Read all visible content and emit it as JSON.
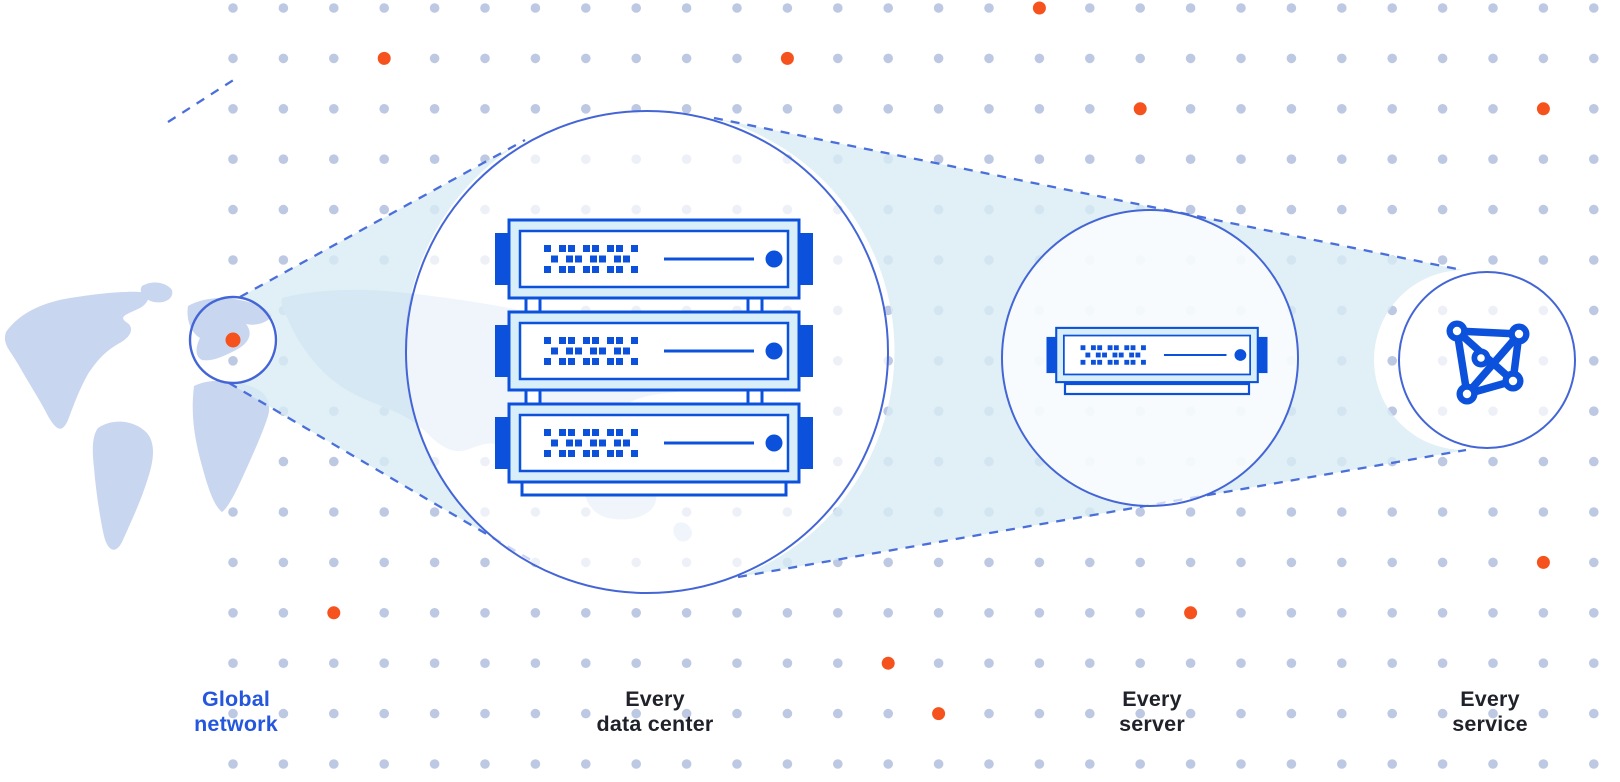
{
  "figure": {
    "type": "network-zoom-diagram",
    "stages": [
      {
        "id": "global-network",
        "label_line1": "Global",
        "label_line2": "network",
        "highlighted": true
      },
      {
        "id": "every-data-center",
        "label_line1": "Every",
        "label_line2": "data center",
        "highlighted": false
      },
      {
        "id": "every-server",
        "label_line1": "Every",
        "label_line2": "server",
        "highlighted": false
      },
      {
        "id": "every-service",
        "label_line1": "Every",
        "label_line2": "service",
        "highlighted": false
      }
    ],
    "icons": [
      {
        "name": "world-map-icon",
        "meaning": "global map with highlighted region"
      },
      {
        "name": "location-dot-icon",
        "meaning": "orange marker on Europe"
      },
      {
        "name": "server-rack-icon",
        "meaning": "three stacked servers in a data center"
      },
      {
        "name": "server-icon",
        "meaning": "single server"
      },
      {
        "name": "network-mesh-icon",
        "meaning": "connected-nodes service mesh"
      }
    ],
    "colors": {
      "accent_blue": "#0C51DB",
      "circle_stroke": "#4365D6",
      "dash_blue": "#4A6FDB",
      "light_blue_fill": "#D8EEF9",
      "cyan_cone": "#D8ECF4",
      "map_fill": "#C9D6F0",
      "grid_dot": "#BDC8E3",
      "orange_dot": "#F5521D",
      "label_dark": "#20222B",
      "label_blue": "#2457DD",
      "background": "#FFFFFF"
    }
  }
}
